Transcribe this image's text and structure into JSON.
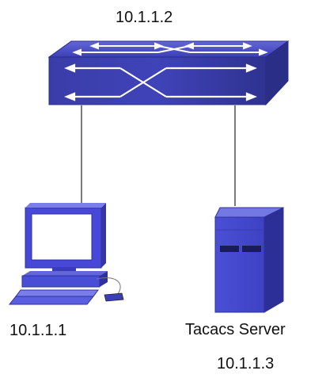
{
  "switch": {
    "ip": "10.1.1.2",
    "icon": "network-switch-icon",
    "color": "#3b3fb0"
  },
  "pc": {
    "ip": "10.1.1.1",
    "icon": "desktop-computer-icon",
    "color": "#4848d8"
  },
  "server": {
    "name": "Tacacs Server",
    "ip": "10.1.1.3",
    "icon": "server-tower-icon",
    "color": "#4b4fd6"
  },
  "links": [
    {
      "from": "switch",
      "to": "pc"
    },
    {
      "from": "switch",
      "to": "server"
    }
  ]
}
